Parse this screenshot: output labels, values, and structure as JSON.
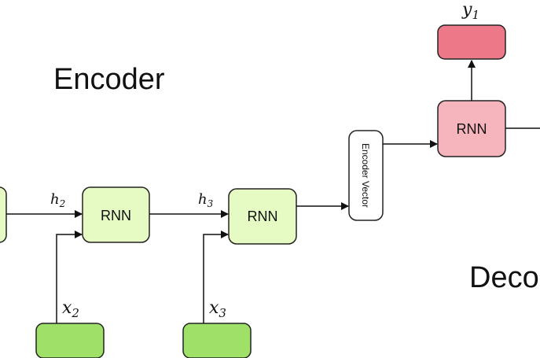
{
  "titles": {
    "encoder": "Encoder",
    "decoder": "Deco"
  },
  "nodes": {
    "rnn_enc_2": "RNN",
    "rnn_enc_3": "RNN",
    "rnn_dec_1": "RNN",
    "encoder_vector": "Encoder Vector"
  },
  "labels": {
    "h2": {
      "base": "h",
      "sub": "2"
    },
    "h3": {
      "base": "h",
      "sub": "3"
    },
    "x2": {
      "base": "x",
      "sub": "2"
    },
    "x3": {
      "base": "x",
      "sub": "3"
    },
    "y1": {
      "base": "y",
      "sub": "1"
    }
  },
  "colors": {
    "encoder_rnn_fill": "#e6fbc4",
    "input_fill": "#9ee068",
    "decoder_rnn_fill": "#f6b4bc",
    "output_fill": "#ec7888",
    "stroke": "#222222"
  }
}
